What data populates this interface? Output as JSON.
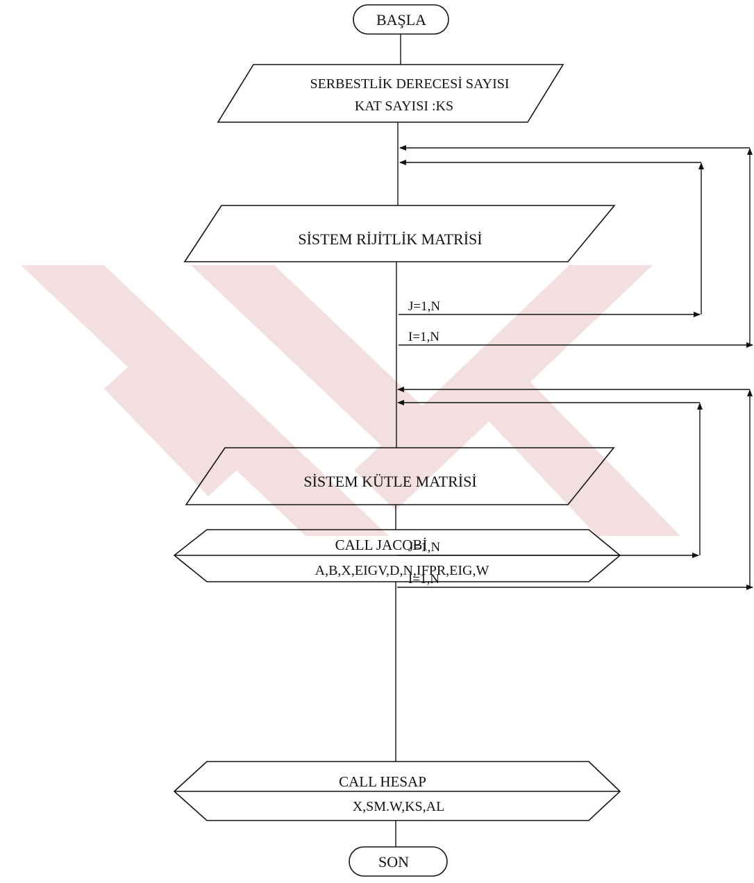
{
  "flowchart": {
    "start": "BAŞLA",
    "input1": {
      "line1": "SERBESTLİK DERECESİ SAYISI",
      "line2": "KAT SAYISI :KS"
    },
    "stiffness_input": "SİSTEM RİJİTLİK MATRİSİ",
    "stiffness_loop_inner": "J=1,N",
    "stiffness_loop_outer": "I=1,N",
    "mass_input": "SİSTEM KÜTLE MATRİSİ",
    "mass_loop_inner": "J=1,N",
    "mass_loop_outer": "I=1,N",
    "call_jacobi": {
      "title": "CALL  JACOBİ",
      "args": "A,B,X,EIGV,D,N,IFPR,EIG,W"
    },
    "call_hesap": {
      "title": "CALL  HESAP",
      "args": "X,SM.W,KS,AL"
    },
    "end": "SON"
  },
  "colors": {
    "line": "#111111",
    "watermark": "#b22222"
  }
}
